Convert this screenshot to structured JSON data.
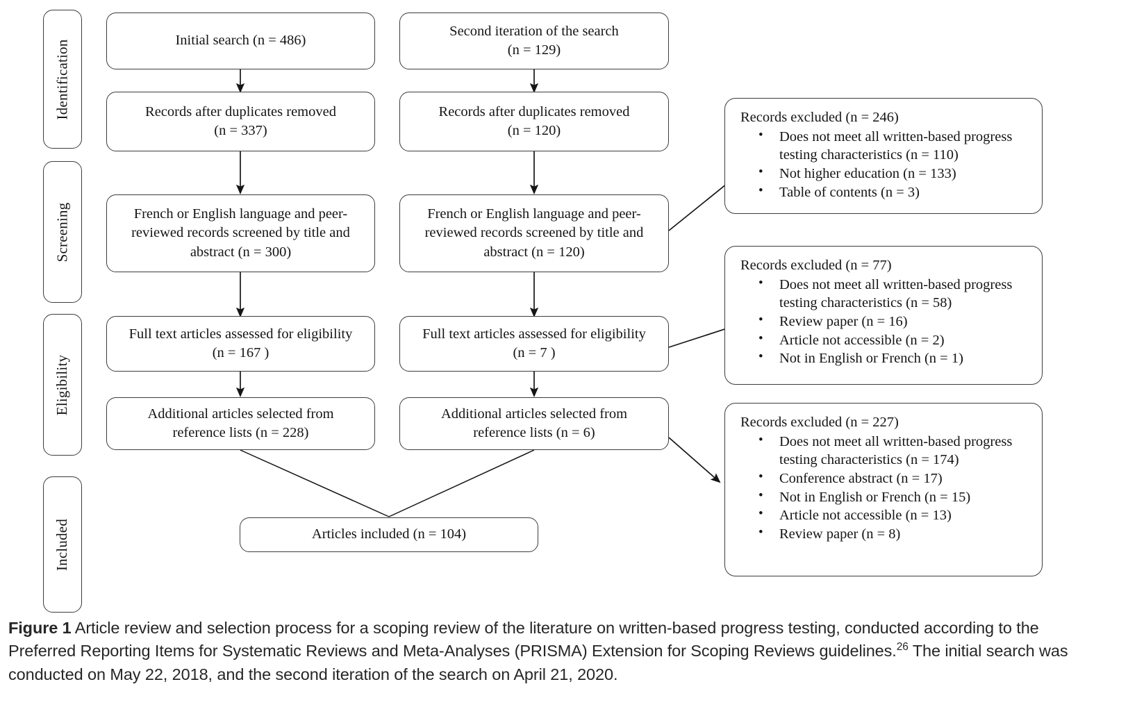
{
  "figure": {
    "type": "prisma-flow-diagram",
    "title": "Figure 1"
  },
  "stages": [
    {
      "id": "identification",
      "label": "Identification"
    },
    {
      "id": "screening",
      "label": "Screening"
    },
    {
      "id": "eligibility",
      "label": "Eligibility"
    },
    {
      "id": "included",
      "label": "Included"
    }
  ],
  "column_one": [
    {
      "id": "initial-search",
      "text": "Initial search (n = 486)"
    },
    {
      "id": "duplicates-removed-1",
      "text": "Records after duplicates removed\n(n = 337)"
    },
    {
      "id": "screened-1",
      "text": "French or English language and peer-\nreviewed records screened by title and\nabstract (n = 300)"
    },
    {
      "id": "full-text-1",
      "text": "Full text articles assessed for eligibility\n(n = 167 )"
    },
    {
      "id": "additional-1",
      "text": "Additional articles selected from\nreference lists (n = 228)"
    }
  ],
  "column_two": [
    {
      "id": "second-iteration",
      "text": "Second iteration of the search\n(n = 129)"
    },
    {
      "id": "duplicates-removed-2",
      "text": "Records after duplicates removed\n(n = 120)"
    },
    {
      "id": "screened-2",
      "text": "French or English language and peer-\nreviewed records screened by title and\nabstract (n = 120)"
    },
    {
      "id": "full-text-2",
      "text": "Full text articles assessed for eligibility\n(n = 7 )"
    },
    {
      "id": "additional-2",
      "text": "Additional articles selected from\nreference lists (n = 6)"
    }
  ],
  "included_box": {
    "id": "articles-included",
    "text": "Articles included (n = 104)"
  },
  "exclusions": [
    {
      "id": "excluded-246",
      "header": "Records excluded (n = 246)",
      "items": [
        "Does not meet all written-based progress testing characteristics (n = 110)",
        "Not higher education (n = 133)",
        "Table of contents (n = 3)"
      ]
    },
    {
      "id": "excluded-77",
      "header": "Records excluded (n = 77)",
      "items": [
        "Does not meet all written-based progress testing characteristics (n = 58)",
        "Review paper (n = 16)",
        "Article not accessible (n = 2)",
        "Not in English or French (n = 1)"
      ]
    },
    {
      "id": "excluded-227",
      "header": "Records excluded (n = 227)",
      "items": [
        "Does not meet all written-based progress testing characteristics (n = 174)",
        "Conference abstract (n = 17)",
        "Not in English or French (n = 15)",
        "Article not accessible (n = 13)",
        "Review paper (n = 8)"
      ]
    }
  ],
  "caption": {
    "label": "Figure 1",
    "part1": " Article review and selection process for a scoping review of the literature on written-based progress testing, conducted according to the Preferred Reporting Items for Systematic Reviews and Meta-Analyses (PRISMA) Extension for Scoping Reviews guidelines.",
    "superscript": "26",
    "part2": " The initial search was conducted on May 22, 2018, and the second iteration of the search on April 21, 2020."
  },
  "chart_data": {
    "type": "diagram",
    "title": "PRISMA article review and selection process",
    "flow": {
      "identification": {
        "search_1": {
          "label": "Initial search",
          "n": 486
        },
        "search_2": {
          "label": "Second iteration of the search",
          "n": 129
        },
        "duplicates_removed_1": {
          "label": "Records after duplicates removed",
          "n": 337
        },
        "duplicates_removed_2": {
          "label": "Records after duplicates removed",
          "n": 120
        }
      },
      "screening": {
        "screened_1": {
          "label": "French or English language and peer-reviewed records screened by title and abstract",
          "n": 300
        },
        "screened_2": {
          "label": "French or English language and peer-reviewed records screened by title and abstract",
          "n": 120
        },
        "excluded_1": {
          "label": "Records excluded",
          "n": 246,
          "reasons": [
            {
              "reason": "Does not meet all written-based progress testing characteristics",
              "n": 110
            },
            {
              "reason": "Not higher education",
              "n": 133
            },
            {
              "reason": "Table of contents",
              "n": 3
            }
          ]
        }
      },
      "eligibility": {
        "full_text_1": {
          "label": "Full text articles assessed for eligibility",
          "n": 167
        },
        "full_text_2": {
          "label": "Full text articles assessed for eligibility",
          "n": 7
        },
        "additional_1": {
          "label": "Additional articles selected from reference lists",
          "n": 228
        },
        "additional_2": {
          "label": "Additional articles selected from reference lists",
          "n": 6
        },
        "excluded_2": {
          "label": "Records excluded",
          "n": 77,
          "reasons": [
            {
              "reason": "Does not meet all written-based progress testing characteristics",
              "n": 58
            },
            {
              "reason": "Review paper",
              "n": 16
            },
            {
              "reason": "Article not accessible",
              "n": 2
            },
            {
              "reason": "Not in English or French",
              "n": 1
            }
          ]
        },
        "excluded_3": {
          "label": "Records excluded",
          "n": 227,
          "reasons": [
            {
              "reason": "Does not meet all written-based progress testing characteristics",
              "n": 174
            },
            {
              "reason": "Conference abstract",
              "n": 17
            },
            {
              "reason": "Not in English or French",
              "n": 15
            },
            {
              "reason": "Article not accessible",
              "n": 13
            },
            {
              "reason": "Review paper",
              "n": 8
            }
          ]
        }
      },
      "included": {
        "articles_included": {
          "label": "Articles included",
          "n": 104
        }
      }
    }
  }
}
